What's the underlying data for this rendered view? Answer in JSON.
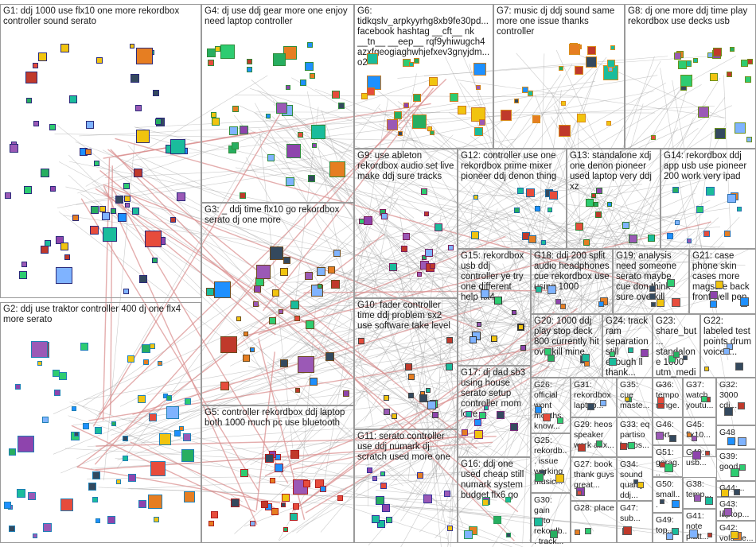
{
  "groups": [
    {
      "id": "G1",
      "label": "G1: ddj 1000 use flx10 one more rekordbox controller sound serato",
      "color": "#2b2b7a"
    },
    {
      "id": "G2",
      "label": "G2: ddj use traktor controller 400 dj one flx4 more serato",
      "color": "#1e7fb5"
    },
    {
      "id": "G3",
      "label": "G3: _ ddj time flx10 go rekordbox serato dj one more",
      "color": "#6b4a1e"
    },
    {
      "id": "G4",
      "label": "G4: dj use ddj gear more one enjoy need laptop controller",
      "color": "#2e8b3a"
    },
    {
      "id": "G5",
      "label": "G5: controller rekordbox ddj laptop both 1000 much pc use bluetooth",
      "color": "#b01e1e"
    },
    {
      "id": "G6",
      "label": "G6: tidkqslv_arpkyyrhg8xb9fe30pd... facebook hashtag __cft__ nk __tn__ __eep__ rqf9yhiwugch4 azxfgeogiaghwhjefxev3gnyjdm... o2",
      "color": "#cc7a1a"
    },
    {
      "id": "G7",
      "label": "G7: music dj ddj sound same more one issue thanks controller",
      "color": "#d98c1a"
    },
    {
      "id": "G8",
      "label": "G8: dj one more ddj time play rekordbox use decks usb",
      "color": "#6a8f1a"
    },
    {
      "id": "G9",
      "label": "G9: use ableton rekordbox audio set live make ddj sure tracks",
      "color": "#7a1e5a"
    },
    {
      "id": "G10",
      "label": "G10: fader controller time ddj problem sx2 use software take level",
      "color": "#444444"
    },
    {
      "id": "G11",
      "label": "G11: serato controller use ddj numark dj scratch used more one",
      "color": "#333399"
    },
    {
      "id": "G12",
      "label": "G12: controller use one rekordbox prime mixer pioneer ddj denon thing",
      "color": "#1a6aa0"
    },
    {
      "id": "G13",
      "label": "G13: standalone xdj one denon pioneer used laptop very ddj xz",
      "color": "#2a7a2a"
    },
    {
      "id": "G14",
      "label": "G14: rekordbox ddj app usb use pioneer 200 work very ipad",
      "color": "#2a6fb0"
    },
    {
      "id": "G15",
      "label": "G15: rekordbox usb ddj controller ye try one different help flx4",
      "color": "#333333"
    },
    {
      "id": "G16",
      "label": "G16: ddj one used cheap still numark system budget flx6 go",
      "color": "#2a9a5a"
    },
    {
      "id": "G17",
      "label": "G17: dj dad sb3 using house serato setup controller mom love",
      "color": "#7a2a7a"
    },
    {
      "id": "G18",
      "label": "G18: ddj 200 split audio headphones cue rekordbox use using 1000",
      "color": "#5a5a5a"
    },
    {
      "id": "G19",
      "label": "G19: analysis need someone serato maybe cue don think sure overkill",
      "color": "#5a5a5a"
    },
    {
      "id": "G20",
      "label": "G20: 1000 ddj play stop deck 800 currently hit overkill mine",
      "color": "#5a5a5a"
    },
    {
      "id": "G21",
      "label": "G21: case phone skin cases more magsafe back front well pen",
      "color": "#5a5a5a"
    },
    {
      "id": "G22",
      "label": "G22: labeled test points drum voices...",
      "color": "#5a5a5a"
    },
    {
      "id": "G23",
      "label": "G23: share_but... standalone 1000 utm_medi...",
      "color": "#5a5a5a"
    },
    {
      "id": "G24",
      "label": "G24: track ram separation still enough ll thank...",
      "color": "#5a5a5a"
    },
    {
      "id": "G25",
      "label": "G25: rekordb... issue working music...",
      "color": "#5a5a5a"
    },
    {
      "id": "G26",
      "label": "G26: official wont months know...",
      "color": "#5a5a5a"
    },
    {
      "id": "G27",
      "label": "G27: book thank guys great...",
      "color": "#5a5a5a"
    },
    {
      "id": "G28",
      "label": "G28: place",
      "color": "#5a5a5a"
    },
    {
      "id": "G29",
      "label": "G29: heos speaker work aux...",
      "color": "#5a5a5a"
    },
    {
      "id": "G30",
      "label": "G30: gain auto rekordb... track...",
      "color": "#5a5a5a"
    },
    {
      "id": "G31",
      "label": "G31: rekordbox laptop...",
      "color": "#5a5a5a"
    },
    {
      "id": "G32",
      "label": "G32: 3000 cdj...",
      "color": "#5a5a5a"
    },
    {
      "id": "G33",
      "label": "G33: eq partiso knobs...",
      "color": "#5a5a5a"
    },
    {
      "id": "G34",
      "label": "G34: sound quality ddj...",
      "color": "#5a5a5a"
    },
    {
      "id": "G35",
      "label": "G35: cue maste...",
      "color": "#5a5a5a"
    },
    {
      "id": "G36",
      "label": "G36: tempo range...",
      "color": "#5a5a5a"
    },
    {
      "id": "G37",
      "label": "G37: watch youtu...",
      "color": "#5a5a5a"
    },
    {
      "id": "G38",
      "label": "G38: temp...",
      "color": "#5a5a5a"
    },
    {
      "id": "G39",
      "label": "G39: good...",
      "color": "#5a5a5a"
    },
    {
      "id": "G40",
      "label": "G40: usb...",
      "color": "#5a5a5a"
    },
    {
      "id": "G41",
      "label": "G41: note platt...",
      "color": "#5a5a5a"
    },
    {
      "id": "G42",
      "label": "G42: volume...",
      "color": "#5a5a5a"
    },
    {
      "id": "G43",
      "label": "G43: laptop...",
      "color": "#5a5a5a"
    },
    {
      "id": "G44",
      "label": "G44:...",
      "color": "#5a5a5a"
    },
    {
      "id": "G45",
      "label": "G45: flx10...",
      "color": "#5a5a5a"
    },
    {
      "id": "G46",
      "label": "G46: sort",
      "color": "#5a5a5a"
    },
    {
      "id": "G47",
      "label": "G47: sub...",
      "color": "#5a5a5a"
    },
    {
      "id": "G48",
      "label": "G48",
      "color": "#5a5a5a"
    },
    {
      "id": "G49",
      "label": "G49: top...",
      "color": "#5a5a5a"
    },
    {
      "id": "G50",
      "label": "G50: small...",
      "color": "#5a5a5a"
    },
    {
      "id": "G51",
      "label": "G51: garag...",
      "color": "#5a5a5a"
    }
  ],
  "colors": {
    "edge": "#9a9a9a",
    "strong_edge": "#d98a8a",
    "node_palette": [
      "#1e90ff",
      "#2ecc71",
      "#e74c3c",
      "#f1c40f",
      "#9b59b6",
      "#1abc9c",
      "#34495e",
      "#e67e22",
      "#7fb3ff",
      "#c0392b",
      "#27ae60",
      "#8e44ad"
    ]
  }
}
